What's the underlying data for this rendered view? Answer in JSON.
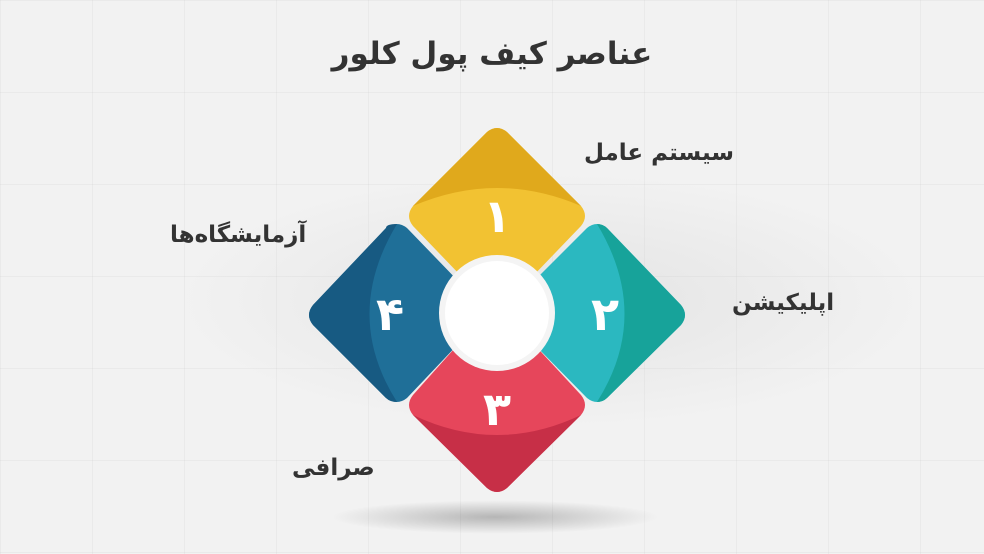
{
  "title": "عناصر کیف پول کلور",
  "segments": [
    {
      "id": 1,
      "number": "۱",
      "label": "سیستم عامل",
      "color": "#f2c232",
      "dark": "#e0a91c"
    },
    {
      "id": 2,
      "number": "۲",
      "label": "اپلیکیشن",
      "color": "#2bb8c0",
      "dark": "#17a39a"
    },
    {
      "id": 3,
      "number": "۳",
      "label": "صرافی",
      "color": "#e6465b",
      "dark": "#c72f47"
    },
    {
      "id": 4,
      "number": "۴",
      "label": "آزمایشگاه‌ها",
      "color": "#1f6f98",
      "dark": "#175a82"
    }
  ]
}
